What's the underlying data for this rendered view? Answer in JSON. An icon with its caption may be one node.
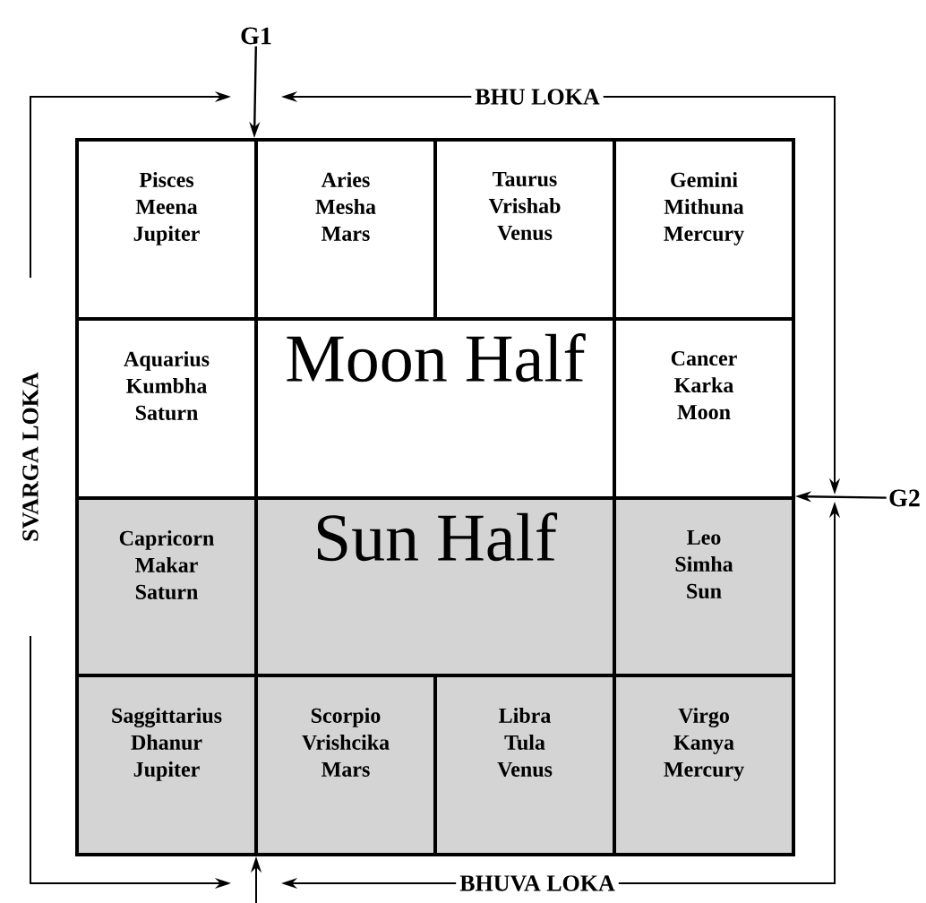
{
  "diagram": {
    "nodes": [
      {
        "text": [
          "G1"
        ]
      },
      {
        "text": [
          "Pisces",
          "Meena",
          "Jupiter"
        ]
      },
      {
        "text": [
          "Aries",
          "Mesha",
          "Mars"
        ]
      },
      {
        "text": [
          "Taurus",
          "Vrishab",
          "Venus"
        ]
      },
      {
        "text": [
          "Gemini",
          "Mithuna",
          "Mercury"
        ]
      },
      {
        "text": [
          "Aquarius",
          "Kumbha",
          "Saturn"
        ]
      },
      {
        "text": [
          "Moon Half"
        ]
      },
      {
        "text": [
          "Cancer",
          "Karka",
          "Moon"
        ]
      },
      {
        "text": [
          "G2"
        ]
      },
      {
        "text": [
          "Capricorn",
          "Makar",
          "Saturn"
        ]
      },
      {
        "text": [
          "Sun Half"
        ]
      },
      {
        "text": [
          "Leo",
          "Simha",
          "Sun"
        ]
      },
      {
        "text": [
          "Saggittarius",
          "Dhanur",
          "Jupiter"
        ]
      },
      {
        "text": [
          "Scorpio",
          "Vrishcika",
          "Mars"
        ]
      },
      {
        "text": [
          "Libra",
          "Tula",
          "Venus"
        ]
      },
      {
        "text": [
          "Virgo",
          "Kanya",
          "Mercury"
        ]
      }
    ],
    "edges": [
      {
        "from": 0,
        "to": 2,
        "arrow": "to"
      },
      {
        "from": 8,
        "to": 11,
        "arrow": "to"
      }
    ],
    "labels": [
      "BHU LOKA",
      "SVARGA LOKA",
      "BHUVA LOKA"
    ]
  }
}
